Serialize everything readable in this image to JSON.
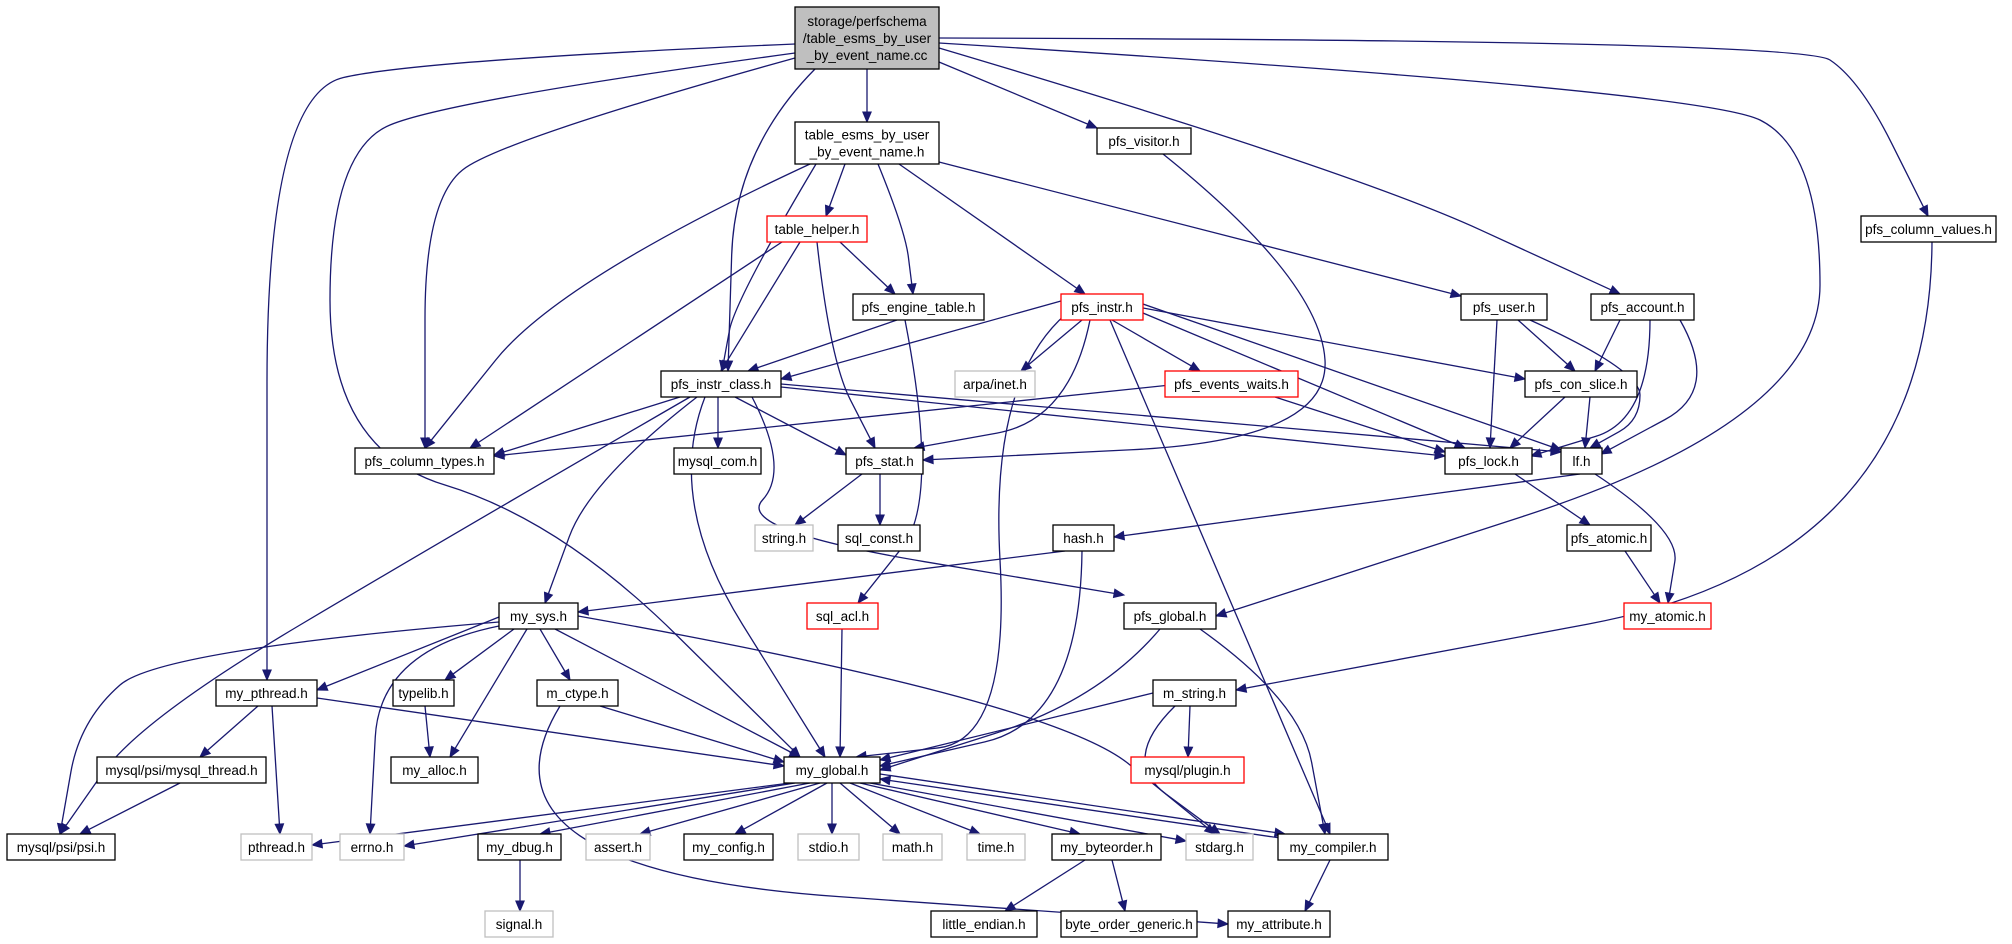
{
  "diagram": {
    "colors": {
      "edge": "#191970",
      "node_default": "#000000",
      "node_truncated": "#ff0000",
      "node_external": "#bfbfbf",
      "node_root_fill": "#bfbfbf"
    },
    "nodes": [
      {
        "id": "root",
        "lines": [
          "storage/perfschema",
          "/table_esms_by_user",
          "_by_event_name.cc"
        ],
        "kind": "root"
      },
      {
        "id": "tesmsh",
        "lines": [
          "table_esms_by_user",
          "_by_event_name.h"
        ],
        "kind": "default"
      },
      {
        "id": "visitor",
        "lines": [
          "pfs_visitor.h"
        ],
        "kind": "default"
      },
      {
        "id": "colvals",
        "lines": [
          "pfs_column_values.h"
        ],
        "kind": "default"
      },
      {
        "id": "helper",
        "lines": [
          "table_helper.h"
        ],
        "kind": "truncated"
      },
      {
        "id": "engine",
        "lines": [
          "pfs_engine_table.h"
        ],
        "kind": "default"
      },
      {
        "id": "instr",
        "lines": [
          "pfs_instr.h"
        ],
        "kind": "truncated"
      },
      {
        "id": "user",
        "lines": [
          "pfs_user.h"
        ],
        "kind": "default"
      },
      {
        "id": "account",
        "lines": [
          "pfs_account.h"
        ],
        "kind": "default"
      },
      {
        "id": "iclass",
        "lines": [
          "pfs_instr_class.h"
        ],
        "kind": "default"
      },
      {
        "id": "arpa",
        "lines": [
          "arpa/inet.h"
        ],
        "kind": "external"
      },
      {
        "id": "waits",
        "lines": [
          "pfs_events_waits.h"
        ],
        "kind": "truncated"
      },
      {
        "id": "conslice",
        "lines": [
          "pfs_con_slice.h"
        ],
        "kind": "default"
      },
      {
        "id": "coltypes",
        "lines": [
          "pfs_column_types.h"
        ],
        "kind": "default"
      },
      {
        "id": "mysqlcom",
        "lines": [
          "mysql_com.h"
        ],
        "kind": "default"
      },
      {
        "id": "stat",
        "lines": [
          "pfs_stat.h"
        ],
        "kind": "default"
      },
      {
        "id": "lock",
        "lines": [
          "pfs_lock.h"
        ],
        "kind": "default"
      },
      {
        "id": "lf",
        "lines": [
          "lf.h"
        ],
        "kind": "default"
      },
      {
        "id": "string",
        "lines": [
          "string.h"
        ],
        "kind": "external"
      },
      {
        "id": "sqlconst",
        "lines": [
          "sql_const.h"
        ],
        "kind": "default"
      },
      {
        "id": "hash",
        "lines": [
          "hash.h"
        ],
        "kind": "default"
      },
      {
        "id": "atomic",
        "lines": [
          "pfs_atomic.h"
        ],
        "kind": "default"
      },
      {
        "id": "mysys",
        "lines": [
          "my_sys.h"
        ],
        "kind": "default"
      },
      {
        "id": "sqlacl",
        "lines": [
          "sql_acl.h"
        ],
        "kind": "truncated"
      },
      {
        "id": "pfsglobal",
        "lines": [
          "pfs_global.h"
        ],
        "kind": "default"
      },
      {
        "id": "myatomic",
        "lines": [
          "my_atomic.h"
        ],
        "kind": "truncated"
      },
      {
        "id": "pthread",
        "lines": [
          "my_pthread.h"
        ],
        "kind": "default"
      },
      {
        "id": "typelib",
        "lines": [
          "typelib.h"
        ],
        "kind": "default"
      },
      {
        "id": "mctype",
        "lines": [
          "m_ctype.h"
        ],
        "kind": "default"
      },
      {
        "id": "mstring",
        "lines": [
          "m_string.h"
        ],
        "kind": "default"
      },
      {
        "id": "mthread",
        "lines": [
          "mysql/psi/mysql_thread.h"
        ],
        "kind": "default"
      },
      {
        "id": "myalloc",
        "lines": [
          "my_alloc.h"
        ],
        "kind": "default"
      },
      {
        "id": "myglobal",
        "lines": [
          "my_global.h"
        ],
        "kind": "default"
      },
      {
        "id": "plugin",
        "lines": [
          "mysql/plugin.h"
        ],
        "kind": "truncated"
      },
      {
        "id": "psi",
        "lines": [
          "mysql/psi/psi.h"
        ],
        "kind": "default"
      },
      {
        "id": "pthreadh",
        "lines": [
          "pthread.h"
        ],
        "kind": "external"
      },
      {
        "id": "errno",
        "lines": [
          "errno.h"
        ],
        "kind": "external"
      },
      {
        "id": "dbug",
        "lines": [
          "my_dbug.h"
        ],
        "kind": "default"
      },
      {
        "id": "assert",
        "lines": [
          "assert.h"
        ],
        "kind": "external"
      },
      {
        "id": "config",
        "lines": [
          "my_config.h"
        ],
        "kind": "default"
      },
      {
        "id": "stdio",
        "lines": [
          "stdio.h"
        ],
        "kind": "external"
      },
      {
        "id": "math",
        "lines": [
          "math.h"
        ],
        "kind": "external"
      },
      {
        "id": "time",
        "lines": [
          "time.h"
        ],
        "kind": "external"
      },
      {
        "id": "byteorder",
        "lines": [
          "my_byteorder.h"
        ],
        "kind": "default"
      },
      {
        "id": "stdarg",
        "lines": [
          "stdarg.h"
        ],
        "kind": "external"
      },
      {
        "id": "compiler",
        "lines": [
          "my_compiler.h"
        ],
        "kind": "default"
      },
      {
        "id": "signal",
        "lines": [
          "signal.h"
        ],
        "kind": "external"
      },
      {
        "id": "little",
        "lines": [
          "little_endian.h"
        ],
        "kind": "default"
      },
      {
        "id": "bog",
        "lines": [
          "byte_order_generic.h"
        ],
        "kind": "default"
      },
      {
        "id": "attribute",
        "lines": [
          "my_attribute.h"
        ],
        "kind": "default"
      }
    ],
    "edges": [
      [
        "root",
        "tesmsh"
      ],
      [
        "root",
        "visitor"
      ],
      [
        "root",
        "colvals"
      ],
      [
        "root",
        "account"
      ],
      [
        "root",
        "iclass"
      ],
      [
        "root",
        "coltypes"
      ],
      [
        "root",
        "pthread"
      ],
      [
        "root",
        "myglobal"
      ],
      [
        "root",
        "pfsglobal"
      ],
      [
        "tesmsh",
        "helper"
      ],
      [
        "tesmsh",
        "engine"
      ],
      [
        "tesmsh",
        "instr"
      ],
      [
        "tesmsh",
        "user"
      ],
      [
        "tesmsh",
        "iclass"
      ],
      [
        "tesmsh",
        "coltypes"
      ],
      [
        "visitor",
        "stat"
      ],
      [
        "colvals",
        "mstring"
      ],
      [
        "helper",
        "engine"
      ],
      [
        "helper",
        "iclass"
      ],
      [
        "helper",
        "stat"
      ],
      [
        "helper",
        "coltypes"
      ],
      [
        "engine",
        "iclass"
      ],
      [
        "engine",
        "sqlacl"
      ],
      [
        "instr",
        "iclass"
      ],
      [
        "instr",
        "arpa"
      ],
      [
        "instr",
        "waits"
      ],
      [
        "instr",
        "conslice"
      ],
      [
        "instr",
        "stat"
      ],
      [
        "instr",
        "lock"
      ],
      [
        "instr",
        "lf"
      ],
      [
        "instr",
        "myglobal"
      ],
      [
        "instr",
        "compiler"
      ],
      [
        "user",
        "conslice"
      ],
      [
        "user",
        "lock"
      ],
      [
        "user",
        "lf"
      ],
      [
        "account",
        "conslice"
      ],
      [
        "account",
        "lock"
      ],
      [
        "account",
        "lf"
      ],
      [
        "iclass",
        "coltypes"
      ],
      [
        "iclass",
        "mysqlcom"
      ],
      [
        "iclass",
        "stat"
      ],
      [
        "iclass",
        "lock"
      ],
      [
        "iclass",
        "lf"
      ],
      [
        "iclass",
        "mysys"
      ],
      [
        "iclass",
        "myglobal"
      ],
      [
        "iclass",
        "psi"
      ],
      [
        "iclass",
        "pfsglobal"
      ],
      [
        "waits",
        "coltypes"
      ],
      [
        "waits",
        "lock"
      ],
      [
        "conslice",
        "lock"
      ],
      [
        "conslice",
        "lf"
      ],
      [
        "stat",
        "string"
      ],
      [
        "stat",
        "sqlconst"
      ],
      [
        "lock",
        "atomic"
      ],
      [
        "lf",
        "hash"
      ],
      [
        "lf",
        "myatomic"
      ],
      [
        "atomic",
        "myatomic"
      ],
      [
        "hash",
        "mysys"
      ],
      [
        "hash",
        "myglobal"
      ],
      [
        "mysys",
        "pthread"
      ],
      [
        "mysys",
        "typelib"
      ],
      [
        "mysys",
        "mctype"
      ],
      [
        "mysys",
        "myalloc"
      ],
      [
        "mysys",
        "myglobal"
      ],
      [
        "mysys",
        "psi"
      ],
      [
        "mysys",
        "errno"
      ],
      [
        "mysys",
        "stdarg"
      ],
      [
        "sqlacl",
        "myglobal"
      ],
      [
        "pfsglobal",
        "myglobal"
      ],
      [
        "pfsglobal",
        "compiler"
      ],
      [
        "pthread",
        "mthread"
      ],
      [
        "pthread",
        "pthreadh"
      ],
      [
        "pthread",
        "myglobal"
      ],
      [
        "typelib",
        "myalloc"
      ],
      [
        "mctype",
        "myglobal"
      ],
      [
        "mctype",
        "attribute"
      ],
      [
        "mstring",
        "myglobal"
      ],
      [
        "mstring",
        "plugin"
      ],
      [
        "mstring",
        "stdarg"
      ],
      [
        "mthread",
        "psi"
      ],
      [
        "myglobal",
        "pthreadh"
      ],
      [
        "myglobal",
        "errno"
      ],
      [
        "myglobal",
        "dbug"
      ],
      [
        "myglobal",
        "assert"
      ],
      [
        "myglobal",
        "config"
      ],
      [
        "myglobal",
        "stdio"
      ],
      [
        "myglobal",
        "math"
      ],
      [
        "myglobal",
        "time"
      ],
      [
        "myglobal",
        "byteorder"
      ],
      [
        "myglobal",
        "stdarg"
      ],
      [
        "myglobal",
        "compiler"
      ],
      [
        "compiler",
        "myglobal"
      ],
      [
        "compiler",
        "attribute"
      ],
      [
        "dbug",
        "signal"
      ],
      [
        "byteorder",
        "little"
      ],
      [
        "byteorder",
        "bog"
      ]
    ]
  }
}
